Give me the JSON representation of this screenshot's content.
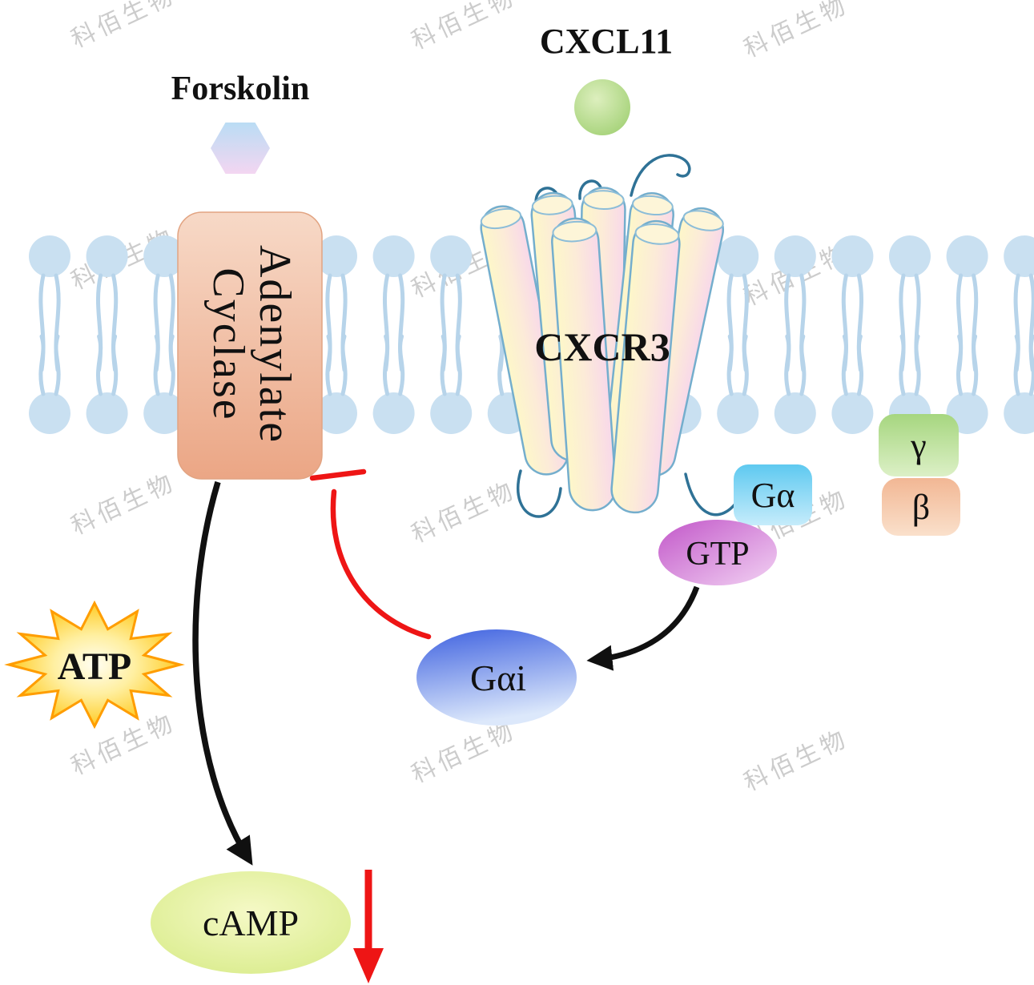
{
  "watermark": {
    "text": "科佰生物"
  },
  "molecules": {
    "forskolin": {
      "label": "Forskolin"
    },
    "cxcl11": {
      "label": "CXCL11"
    },
    "receptor": {
      "label": "CXCR3"
    },
    "adenylate_cyclase": {
      "line1": "Adenylate",
      "line2": "Cyclase"
    },
    "g_alpha": {
      "label": "Gα"
    },
    "gtp": {
      "label": "GTP"
    },
    "gamma": {
      "label": "γ"
    },
    "beta": {
      "label": "β"
    },
    "g_alpha_i": {
      "label": "Gαi"
    },
    "atp": {
      "label": "ATP"
    },
    "camp": {
      "label": "cAMP"
    }
  },
  "colors": {
    "activation_arrow": "#101010",
    "inhibition_arrow": "#ee1515",
    "atp_text": "#14a01e",
    "receptor_text": "#1d6a93"
  }
}
